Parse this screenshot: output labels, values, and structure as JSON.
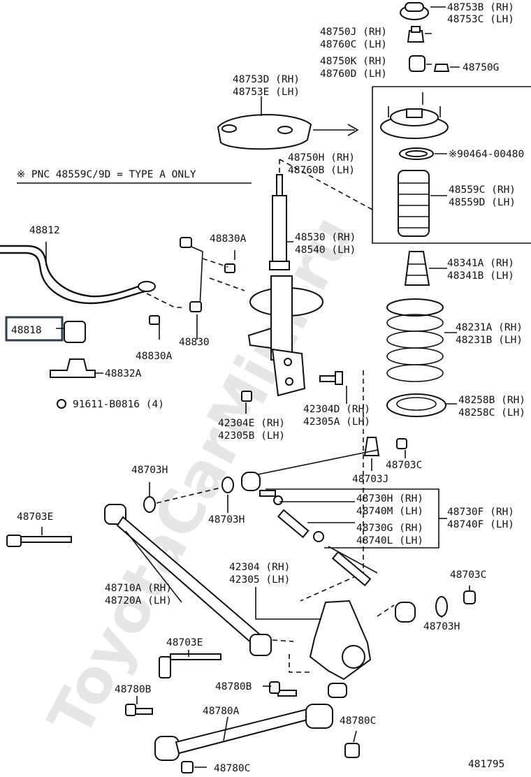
{
  "watermark": "ToyotaCarMini.ru",
  "note": "※ PNC 48559C/9D = TYPE A ONLY",
  "catalog_number": "481795",
  "colors": {
    "ink": "#111111",
    "highlight_box": "#2d3e50",
    "watermark": "#e6e6e6"
  },
  "labels": {
    "p48753B": "48753B (RH)",
    "p48753C": "48753C (LH)",
    "p48750J": "48750J (RH)",
    "p48760C": "48760C (LH)",
    "p48750K": "48750K (RH)",
    "p48760D": "48760D (LH)",
    "p48750G": "48750G",
    "p48753D": "48753D (RH)",
    "p48753E": "48753E (LH)",
    "p90464": "※90464-00480",
    "p48750H": "48750H (RH)",
    "p48760B": "48760B (LH)",
    "p48559C": "48559C (RH)",
    "p48559D": "48559D (LH)",
    "p48812": "48812",
    "p48830A_top": "48830A",
    "p48530": "48530 (RH)",
    "p48540": "48540 (LH)",
    "p48341A": "48341A (RH)",
    "p48341B": "48341B (LH)",
    "p48818": "48818",
    "p48830A_bottom": "48830A",
    "p48830": "48830",
    "p48231A": "48231A (RH)",
    "p48231B": "48231B (LH)",
    "p48832A": "48832A",
    "p91611": "91611-B0816 (4)",
    "p42304D": "42304D (RH)",
    "p42305A": "42305A (LH)",
    "p48258B": "48258B (RH)",
    "p48258C": "48258C (LH)",
    "p42304E": "42304E (RH)",
    "p42305B": "42305B (LH)",
    "p48703C_a": "48703C",
    "p48703J": "48703J",
    "p48703H_a": "48703H",
    "p48730H": "48730H (RH)",
    "p48740M": "48740M (LH)",
    "p48730F": "48730F (RH)",
    "p48740F": "48740F (LH)",
    "p48730G": "48730G (RH)",
    "p48740L": "48740L (LH)",
    "p48703E_a": "48703E",
    "p48703H_b": "48703H",
    "p42304": "42304 (RH)",
    "p42305": "42305 (LH)",
    "p48703C_b": "48703C",
    "p48710A": "48710A (RH)",
    "p48720A": "48720A (LH)",
    "p48703H_c": "48703H",
    "p48703E_b": "48703E",
    "p48780B_a": "48780B",
    "p48780B_b": "48780B",
    "p48780A": "48780A",
    "p48780C_a": "48780C",
    "p48780C_b": "48780C"
  }
}
